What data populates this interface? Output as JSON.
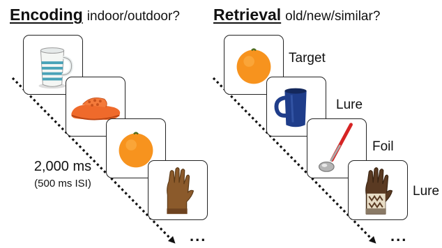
{
  "encoding": {
    "title": "Encoding",
    "question": "indoor/outdoor?",
    "timing_main": "2,000 ms",
    "timing_sub": "(500 ms ISI)",
    "items": [
      {
        "icon": "mug-icon"
      },
      {
        "icon": "slipper-icon"
      },
      {
        "icon": "orange-icon"
      },
      {
        "icon": "glove-icon"
      }
    ],
    "continuation": "..."
  },
  "retrieval": {
    "title": "Retrieval",
    "question": "old/new/similar?",
    "items": [
      {
        "icon": "orange-icon",
        "label": "Target"
      },
      {
        "icon": "mug-icon",
        "label": "Lure"
      },
      {
        "icon": "ladle-icon",
        "label": "Foil"
      },
      {
        "icon": "glove-icon",
        "label": "Lure"
      }
    ],
    "continuation": "..."
  }
}
